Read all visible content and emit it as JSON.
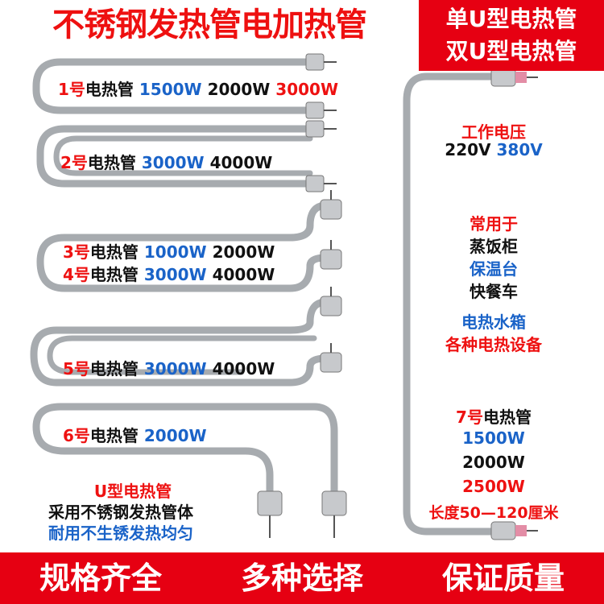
{
  "header": {
    "title": "不锈钢发热管电加热管",
    "badge_line1": "单U型电热管",
    "badge_line2": "双U型电热管"
  },
  "tubes": [
    {
      "num": "1号",
      "name": "电热管",
      "watts": [
        "1500W",
        "2000W",
        "3000W"
      ]
    },
    {
      "num": "2号",
      "name": "电热管",
      "watts": [
        "3000W",
        "4000W"
      ]
    },
    {
      "num": "3号",
      "name": "电热管",
      "watts": [
        "1000W",
        "2000W"
      ]
    },
    {
      "num": "4号",
      "name": "电热管",
      "watts": [
        "3000W",
        "4000W"
      ]
    },
    {
      "num": "5号",
      "name": "电热管",
      "watts": [
        "3000W",
        "4000W"
      ]
    },
    {
      "num": "6号",
      "name": "电热管",
      "watts": [
        "2000W"
      ]
    }
  ],
  "info": {
    "u_title": "U型电热管",
    "u_line1": "采用不锈钢发热管体",
    "u_line2": "耐用不生锈发热均匀"
  },
  "side": {
    "voltage_title": "工作电压",
    "voltage_a": "220V",
    "voltage_b": "380V",
    "use_title": "常用于",
    "uses": [
      "蒸饭柜",
      "保温台",
      "快餐车",
      "电热水箱",
      "各种电热设备"
    ],
    "tube7_num": "7号",
    "tube7_name": "电热管",
    "tube7_watts": [
      "1500W",
      "2000W",
      "2500W"
    ],
    "length_label": "长度50—120厘米"
  },
  "footer": {
    "items": [
      "规格齐全",
      "多种选择",
      "保证质量"
    ]
  },
  "colors": {
    "red": "#e60012",
    "blue": "#1a63c8",
    "tube": "#b8bbbe"
  }
}
